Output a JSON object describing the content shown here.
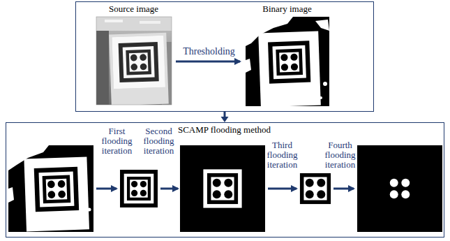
{
  "diagram": {
    "nodes": [
      {
        "text": [
          "Source image",
          "Thresholding",
          "Binary image"
        ]
      },
      {
        "text": [
          "SCAMP flooding method"
        ]
      }
    ],
    "edges": [
      {
        "from": 0,
        "to": 1,
        "arrow": "to"
      }
    ],
    "labels": [
      "First flooding iteration",
      "Second flooding iteration",
      "Third flooding iteration",
      "Fourth flooding iteration"
    ]
  }
}
